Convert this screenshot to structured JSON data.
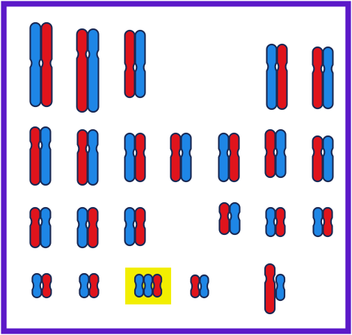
{
  "colors": {
    "frame": "#5b19c8",
    "background": "#ffffff",
    "maternal": "#e0141c",
    "paternal": "#1e86e6",
    "outline": "#1a2a55",
    "highlight": "#f2ee00"
  },
  "karyotype": {
    "rows": [
      [
        {
          "pair": 1,
          "order": [
            "paternal",
            "maternal"
          ]
        },
        {
          "pair": 2,
          "order": [
            "maternal",
            "paternal"
          ]
        },
        {
          "pair": 3,
          "order": [
            "maternal",
            "paternal"
          ]
        },
        {
          "pair": 4,
          "order": [
            "paternal",
            "maternal"
          ]
        },
        {
          "pair": 5,
          "order": [
            "maternal",
            "paternal"
          ]
        }
      ],
      [
        {
          "pair": 6,
          "order": [
            "maternal",
            "paternal"
          ]
        },
        {
          "pair": 7,
          "order": [
            "maternal",
            "paternal"
          ]
        },
        {
          "pair": 8,
          "order": [
            "paternal",
            "maternal"
          ]
        },
        {
          "pair": 9,
          "order": [
            "maternal",
            "paternal"
          ]
        },
        {
          "pair": 10,
          "order": [
            "paternal",
            "maternal"
          ]
        },
        {
          "pair": 11,
          "order": [
            "maternal",
            "paternal"
          ]
        },
        {
          "pair": 12,
          "order": [
            "maternal",
            "paternal"
          ]
        }
      ],
      [
        {
          "pair": 13,
          "order": [
            "maternal",
            "paternal"
          ]
        },
        {
          "pair": 14,
          "order": [
            "paternal",
            "maternal"
          ]
        },
        {
          "pair": 15,
          "order": [
            "paternal",
            "maternal"
          ]
        },
        {
          "pair": 16,
          "order": [
            "maternal",
            "paternal"
          ]
        },
        {
          "pair": 17,
          "order": [
            "paternal",
            "maternal"
          ]
        },
        {
          "pair": 18,
          "order": [
            "paternal",
            "maternal"
          ]
        }
      ],
      [
        {
          "pair": 19,
          "order": [
            "paternal",
            "maternal"
          ]
        },
        {
          "pair": 20,
          "order": [
            "paternal",
            "maternal"
          ]
        },
        {
          "pair": 21,
          "order": [
            "paternal",
            "paternal",
            "maternal"
          ],
          "highlighted": true,
          "trisomy": true
        },
        {
          "pair": 22,
          "order": [
            "maternal",
            "paternal"
          ]
        },
        {
          "pair": "sex",
          "order": [
            "X",
            "Y"
          ],
          "colors": [
            "maternal",
            "paternal"
          ]
        }
      ]
    ]
  }
}
